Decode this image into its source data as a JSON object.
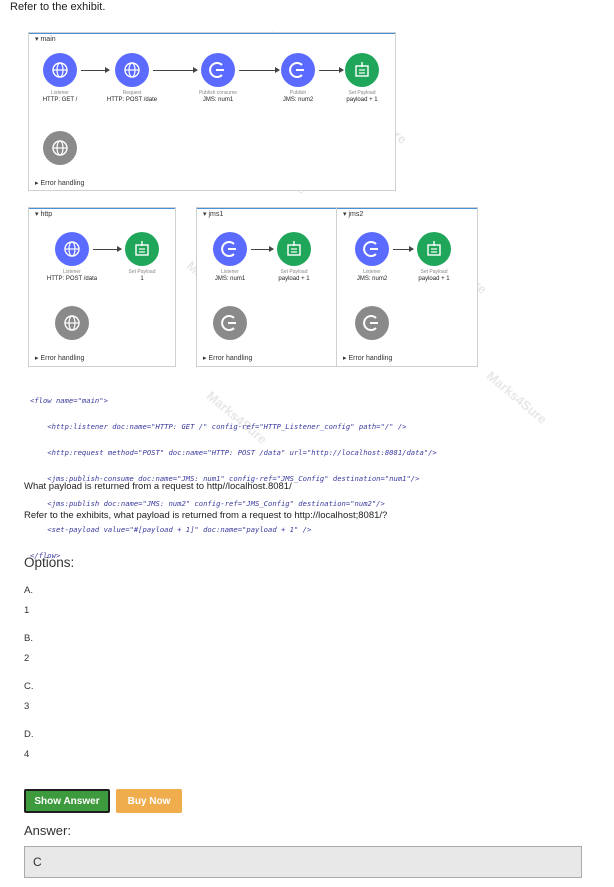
{
  "intro": "Refer to the exhibit.",
  "exhibit": {
    "main": {
      "title": "main",
      "nodes": [
        {
          "small": "Listener",
          "label": "HTTP: GET /"
        },
        {
          "small": "Request",
          "label": "HTTP: POST /date"
        },
        {
          "small": "Publish consume",
          "label": "JMS: num1"
        },
        {
          "small": "Publish",
          "label": "JMS: num2"
        },
        {
          "small": "Set Payload",
          "label": "payload + 1"
        }
      ],
      "error": "Error handling"
    },
    "http": {
      "title": "http",
      "nodes": [
        {
          "small": "Listener",
          "label": "HTTP: POST /data"
        },
        {
          "small": "Set Payload",
          "label": "1"
        }
      ],
      "error": "Error handling"
    },
    "jms1": {
      "title": "jms1",
      "nodes": [
        {
          "small": "Listener",
          "label": "JMS: num1"
        },
        {
          "small": "Set Payload",
          "label": "payload + 1"
        }
      ],
      "error": "Error handling"
    },
    "jms2": {
      "title": "jms2",
      "nodes": [
        {
          "small": "Listener",
          "label": "JMS: num2"
        },
        {
          "small": "Set Payload",
          "label": "payload + 1"
        }
      ],
      "error": "Error handling"
    },
    "xml": [
      "<flow name=\"main\">",
      "    <http:listener doc:name=\"HTTP: GET /\" config-ref=\"HTTP_Listener_config\" path=\"/\" />",
      "    <http:request method=\"POST\" doc:name=\"HTTP: POST /data\" url=\"http://localhost:8081/data\"/>",
      "    <jms:publish-consume doc:name=\"JMS: num1\" config-ref=\"JMS_Config\" destination=\"num1\"/>",
      "    <jms:publish doc:name=\"JMS: num2\" config-ref=\"JMS_Config\" destination=\"num2\"/>",
      "    <set-payload value=\"#[payload + 1]\" doc:name=\"payload + 1\" />",
      "</flow>"
    ],
    "watermark": "Marks4Sure"
  },
  "question1": "What payload is returned from a request to http//localhost.8081/",
  "question2": "Refer to the exhibits, what payload is returned from a request to http://localhost;8081/?",
  "options_title": "Options:",
  "options": [
    {
      "letter": "A.",
      "value": "1"
    },
    {
      "letter": "B.",
      "value": "2"
    },
    {
      "letter": "C.",
      "value": "3"
    },
    {
      "letter": "D.",
      "value": "4"
    }
  ],
  "buttons": {
    "show": "Show Answer",
    "buy": "Buy Now"
  },
  "answer_label": "Answer:",
  "answer_value": "C",
  "colors": {
    "listener": "#5b6bff",
    "payload": "#1fa65a",
    "error": "#8a8a8a",
    "show_btn": "#3d9a3d",
    "buy_btn": "#f0ad4e"
  }
}
